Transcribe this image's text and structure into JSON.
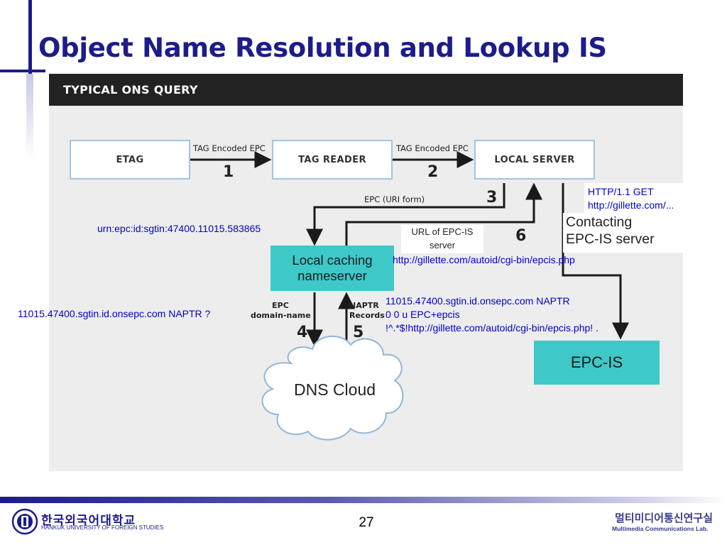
{
  "slide": {
    "title": "Object Name Resolution and Lookup IS",
    "page_number": "27",
    "university_korean": "한국외국어대학교",
    "university_english": "HANKUK UNIVERSITY OF FOREIGN STUDIES",
    "lab_korean": "멀티미디어통신연구실",
    "lab_english": "Multimedia Communications Lab."
  },
  "figure": {
    "heading": "TYPICAL ONS QUERY",
    "nodes": {
      "etag": "ETAG",
      "tag_reader": "TAG READER",
      "local_server": "LOCAL SERVER",
      "caching_line1": "Local caching",
      "caching_line2": "nameserver",
      "dns_cloud": "DNS Cloud",
      "epc_is": "EPC-IS"
    },
    "edges": {
      "e1_label": "TAG Encoded EPC",
      "e1_num": "1",
      "e2_label": "TAG Encoded EPC",
      "e2_num": "2",
      "e3_label": "EPC (URI form)",
      "e3_num": "3",
      "e4_label_line1": "EPC",
      "e4_label_line2": "domain-name",
      "e4_num": "4",
      "e5_label_line1": "NAPTR",
      "e5_label_line2": "Records",
      "e5_num": "5",
      "e6_label_line1": "URL of EPC-IS",
      "e6_label_line2": "server",
      "e6_num": "6",
      "contacting_line1": "Contacting",
      "contacting_line2": "EPC-IS server"
    }
  },
  "annotations": {
    "http_get_line1": "HTTP/1.1 GET",
    "http_get_line2": "http://gillette.com/...",
    "urn": "urn:epc:id:sgtin:47400.11015.583865",
    "epcis_url": "http://gillette.com/autoid/cgi-bin/epcis.php",
    "naptr_query": "11015.47400.sgtin.id.onsepc.com NAPTR ?",
    "naptr_answer_line1": "11015.47400.sgtin.id.onsepc.com NAPTR",
    "naptr_answer_line2": "0 0 u EPC+epcis",
    "naptr_answer_line3": "!^.*$!http://gillette.com/autoid/cgi-bin/epcis.php! ."
  },
  "colors": {
    "title_blue": "#1c1c8a",
    "callout_blue": "#0000c8",
    "teal": "#3fc8c8",
    "box_border": "#9fc5e4"
  }
}
